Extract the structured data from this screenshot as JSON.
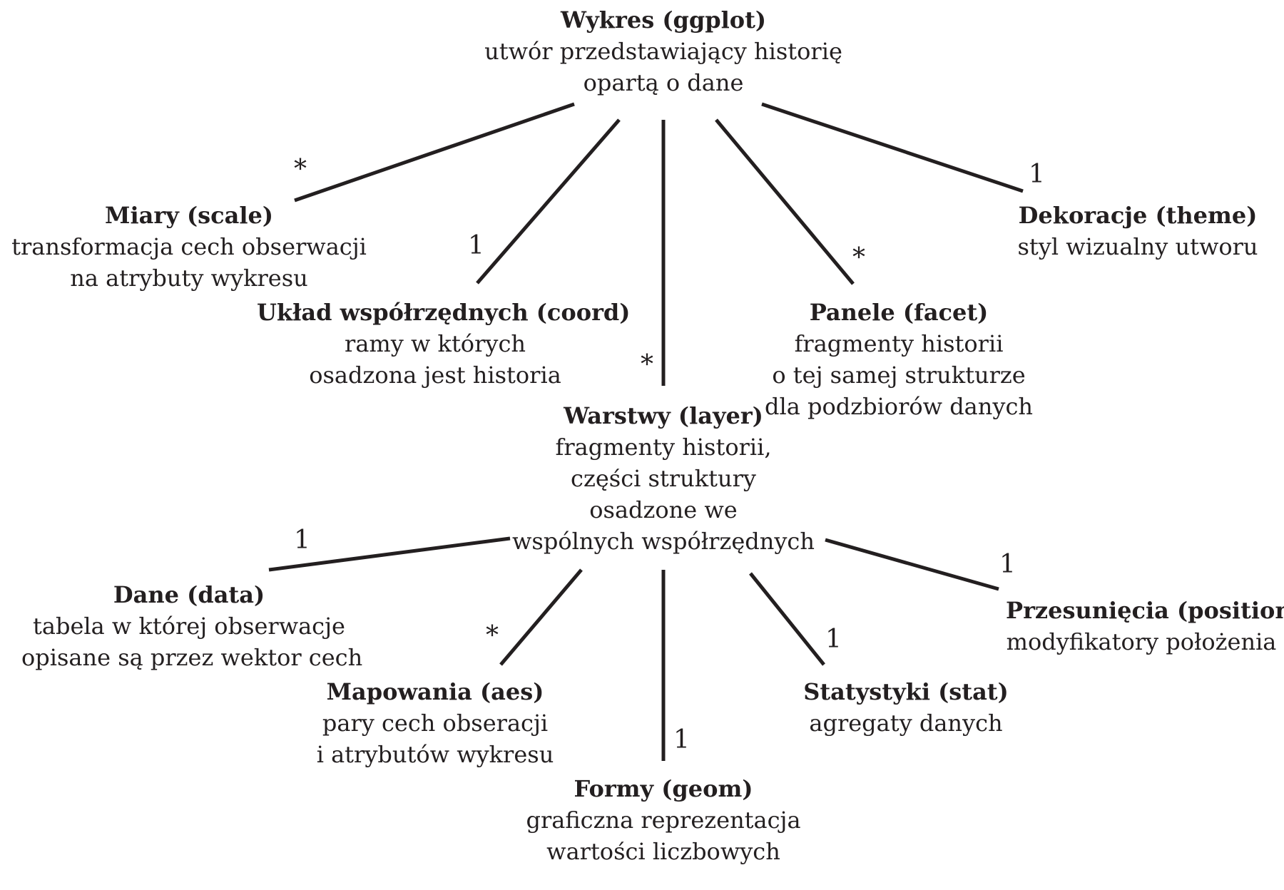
{
  "nodes": {
    "wykres": {
      "title": "Wykres (ggplot)",
      "lines": [
        "utwór przedstawiający historię",
        "opartą o dane"
      ]
    },
    "miary": {
      "title": "Miary (scale)",
      "lines": [
        "transformacja cech obserwacji",
        "na atrybuty wykresu"
      ]
    },
    "uklad": {
      "title": "Układ współrzędnych (coord)",
      "lines": [
        "ramy w których",
        "osadzona jest historia"
      ]
    },
    "panele": {
      "title": "Panele (facet)",
      "lines": [
        "fragmenty historii",
        "o tej samej strukturze",
        "dla podzbiorów danych"
      ]
    },
    "dekoracje": {
      "title": "Dekoracje (theme)",
      "lines": [
        "styl wizualny  utworu"
      ]
    },
    "warstwy": {
      "title": "Warstwy (layer)",
      "lines": [
        "fragmenty historii,",
        "części struktury",
        "osadzone we",
        "wspólnych współrzędnych"
      ]
    },
    "dane": {
      "title": "Dane (data)",
      "lines": [
        "tabela w której obserwacje",
        "opisane są przez wektor cech"
      ]
    },
    "mapowania": {
      "title": "Mapowania (aes)",
      "lines": [
        "pary cech obseracji",
        "i atrybutów wykresu"
      ]
    },
    "formy": {
      "title": "Formy (geom)",
      "lines": [
        "graficzna reprezentacja",
        "wartości liczbowych"
      ]
    },
    "statystyki": {
      "title": "Statystyki (stat)",
      "lines": [
        "agregaty danych"
      ]
    },
    "przesuniecia": {
      "title": "Przesunięcia (position)",
      "lines": [
        "modyfikatory położenia"
      ]
    }
  },
  "multiplicities": {
    "miary": "*",
    "uklad": "1",
    "warstwy": "*",
    "panele": "*",
    "dekoracje": "1",
    "dane": "1",
    "mapowania": "*",
    "formy": "1",
    "statystyki": "1",
    "przesuniecia": "1"
  }
}
